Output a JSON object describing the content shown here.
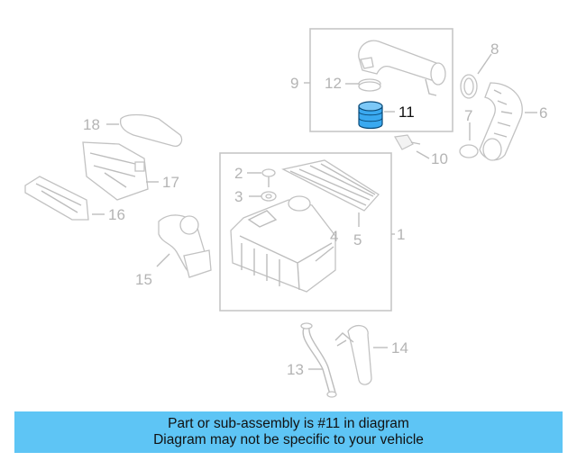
{
  "diagram": {
    "highlighted_part": "11",
    "highlight_color": "#3aa9f0",
    "callouts": [
      "1",
      "2",
      "3",
      "4",
      "5",
      "6",
      "7",
      "8",
      "9",
      "10",
      "11",
      "12",
      "13",
      "14",
      "15",
      "16",
      "17",
      "18"
    ]
  },
  "banner": {
    "line1": "Part or sub-assembly is #11 in diagram",
    "line2": "Diagram may not be specific to your vehicle",
    "background": "#5ec5f5"
  }
}
